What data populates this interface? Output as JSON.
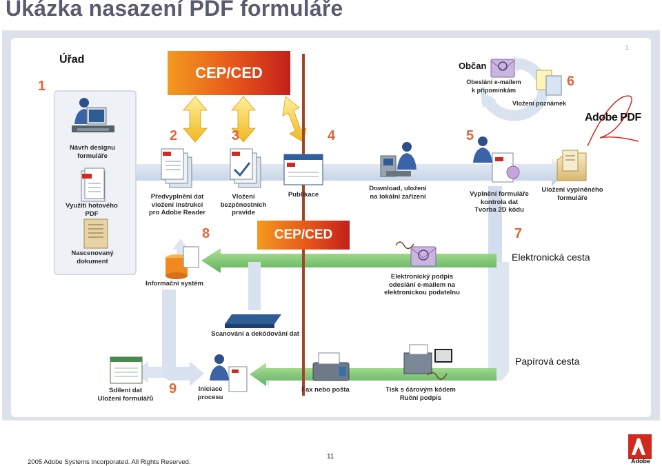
{
  "title": "Ukázka nasazení PDF formuláře",
  "corner_mark": "1",
  "cep_top": "CEP/CED",
  "cep_mid": "CEP/CED",
  "urad": "Úřad",
  "obcan": "Občan",
  "numbers": {
    "n1": "1",
    "n2": "2",
    "n3": "3",
    "n4": "4",
    "n5": "5",
    "n6": "6",
    "n7": "7",
    "n8": "8",
    "n9": "9"
  },
  "labels": {
    "navrh": "Návrh designu\nformuláře",
    "vyuziti": "Využití hotového\nPDF",
    "nascenovany": "Nascenovaný\ndokument",
    "predvyplneni": "Předvyplnění dat\nvložení instrukcí\npro Adobe Reader",
    "vlozeni": "Vložení\nbezpčnostních\npravide",
    "publikace": "Publikace",
    "download": "Download, uložení\nna lokální zařízení",
    "vyplneni": "Vyplnění formuláře\nkontrola dat\nTvorba 2D kódu",
    "ulozeni_vyplneneho": "Uložení vyplněného\nformuláře",
    "obeslani": "Obeslání e-mailem\nk připomínkám",
    "vlozeni_poznamek": "Vložení poznámek",
    "informacni": "Informační systém",
    "el_podpis": "Elektronický podpis\nodeslání e-mailem na\nelektronickou podatelnu",
    "scanovani": "Scanování a dekódování dat",
    "sdileni": "Sdílení dat\nUložení formulářů",
    "iniciace": "Iniciace\nprocesu",
    "fax": "Fax nebo pošta",
    "tisk": "Tisk s čárovým kódem\nRuční podpis"
  },
  "elektronicka": "Elektronická cesta",
  "papirova": "Papírová cesta",
  "adobe_pdf_logo": "Adobe PDF",
  "footer": {
    "copyright": "2005 Adobe Systems Incorporated.  All Rights Reserved.",
    "page": "11",
    "adobe": "Adobe"
  },
  "colors": {
    "accent_orange": "#e2643c",
    "cep_start": "#f08a1e",
    "cep_end": "#c8231b",
    "green_arrow": "#5cb85c",
    "flow_blue": "#c9d6e8",
    "divider": "#a0452a"
  }
}
